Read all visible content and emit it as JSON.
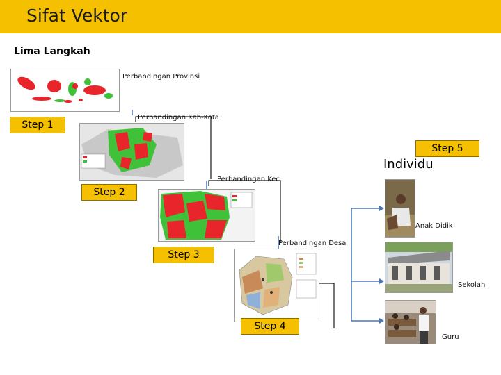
{
  "header": {
    "title": "Sifat Vektor",
    "bar_color": "#f5c000"
  },
  "subtitle": "Lima Langkah",
  "steps": {
    "step1": "Step 1",
    "step2": "Step 2",
    "step3": "Step 3",
    "step4": "Step 4",
    "step5": "Step 5"
  },
  "individu_label": "Individu",
  "captions": {
    "provinsi": "Perbandingan Provinsi",
    "kabkota": "Perbandingan Kab-Kota",
    "kec": "Perbandingan Kec",
    "desa": "Perbandingan Desa",
    "anak_didik": "Anak Didik",
    "sekolah": "Sekolah",
    "guru": "Guru"
  },
  "colors": {
    "accent": "#f5c000",
    "map_red": "#e8252a",
    "map_green": "#3fc23a",
    "connector": "#4a76b8"
  },
  "icons": [
    "indonesia-map-icon",
    "kab-kota-map-icon",
    "kecamatan-map-icon",
    "desa-map-icon",
    "student-photo-icon",
    "school-photo-icon",
    "teacher-photo-icon"
  ]
}
